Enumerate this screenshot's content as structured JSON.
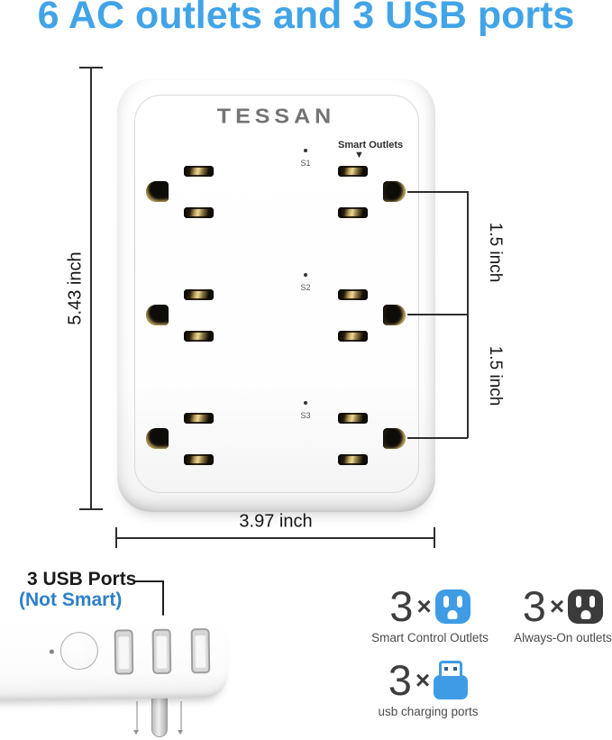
{
  "title": {
    "text": "6 AC outlets and 3 USB ports"
  },
  "front_view": {
    "brand": "TESSAN",
    "smart_outlets_label": "Smart Outlets",
    "smart_outlets_arrow": "▼",
    "indicators": [
      {
        "id": "S1"
      },
      {
        "id": "S2"
      },
      {
        "id": "S3"
      }
    ],
    "ac_outlet_count": 6
  },
  "dimensions": {
    "height_label": "5.43 inch",
    "width_label": "3.97 inch",
    "spacing_top_label": "1.5 inch",
    "spacing_bottom_label": "1.5 inch"
  },
  "side_view": {
    "usb_ports_label": "3 USB Ports",
    "usb_ports_sublabel": "(Not Smart)",
    "usb_port_count": 3
  },
  "legend": {
    "smart": {
      "count": "3",
      "multiply": "×",
      "icon": "smart-outlet-face-icon",
      "label": "Smart Control Outlets"
    },
    "always_on": {
      "count": "3",
      "multiply": "×",
      "icon": "always-on-outlet-face-icon",
      "label": "Always-On outlets"
    },
    "usb": {
      "count": "3",
      "multiply": "×",
      "icon": "usb-plug-icon",
      "label": "usb charging ports"
    }
  },
  "colors": {
    "title_blue": "#42a4e8",
    "annotation_blue": "#2d7fc8",
    "icon_blue": "#3f9ce4",
    "icon_dark": "#3b3b3b",
    "brand_gray": "#747474"
  }
}
